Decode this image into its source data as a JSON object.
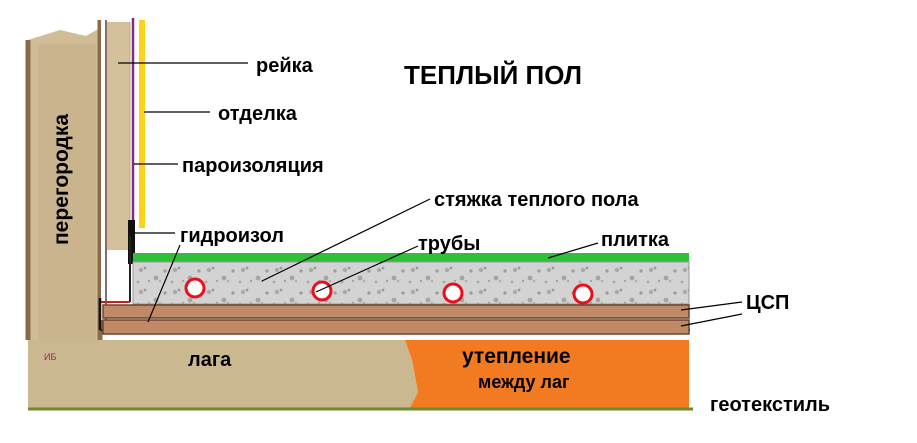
{
  "title": "ТЕПЛЫЙ ПОЛ",
  "labels": {
    "partition": "перегородка",
    "rail": "рейка",
    "finish": "отделка",
    "vapor_barrier": "пароизоляция",
    "screed": "стяжка теплого пола",
    "waterproofing": "гидроизол",
    "pipes": "трубы",
    "tile": "плитка",
    "csp": "ЦСП",
    "joist": "лага",
    "insulation": "утепление",
    "insulation_sub": "между лаг",
    "geotextile": "геотекстиль",
    "signature": "ИБ"
  },
  "colors": {
    "wood": "#d0bc96",
    "wood_dark": "#8b6a4a",
    "tile": "#2fbf3a",
    "screed": "#d3d3d3",
    "pipe": "#e8101a",
    "board": "#c08a66",
    "joist": "#c9b890",
    "insulation": "#f27a20",
    "geotextile": "#6f8a2a",
    "finish": "#ffd21a",
    "vapor": "#7a2e8a"
  }
}
